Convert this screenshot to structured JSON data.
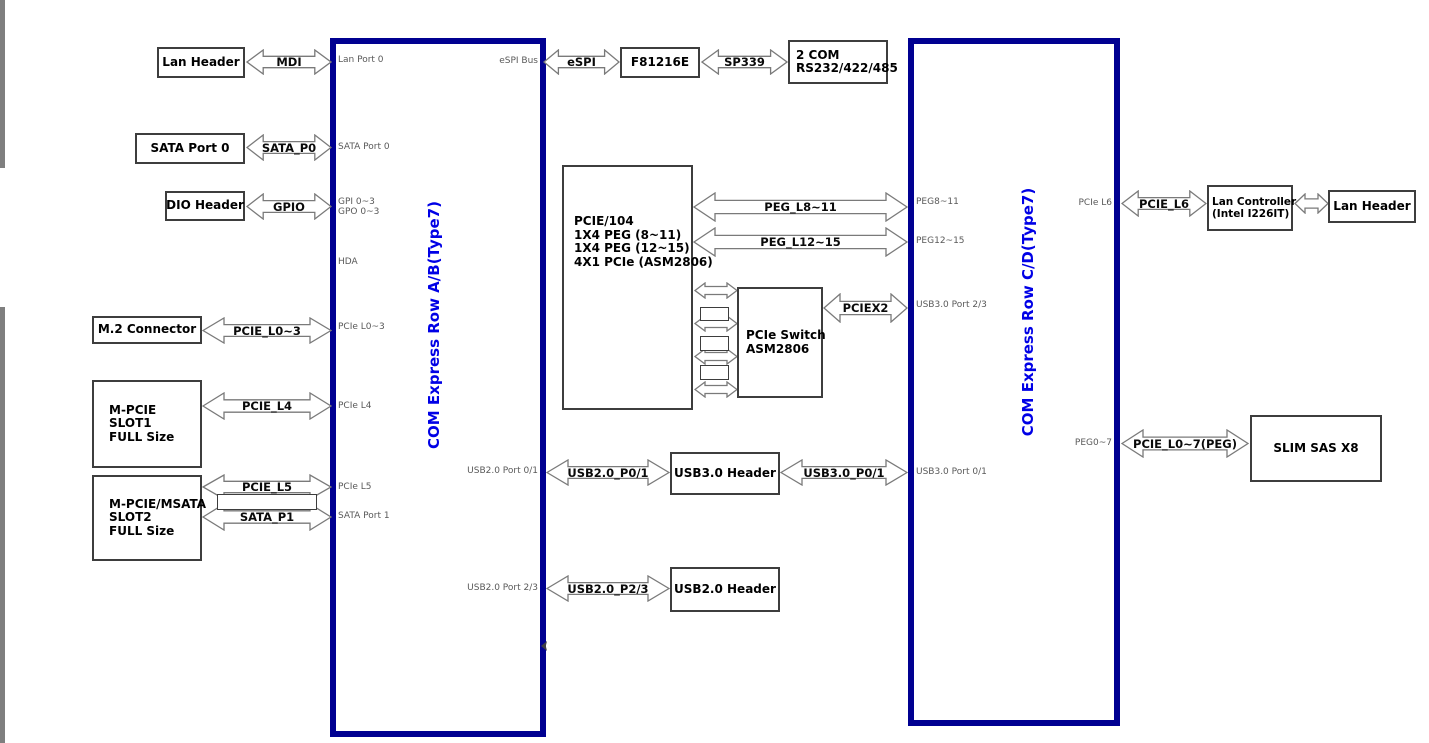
{
  "colors": {
    "row_border": "#000091",
    "row_title": "#0000e6",
    "port_label": "#595959"
  },
  "rows": {
    "ab": {
      "title": "COM Express Row A/B(Type7)",
      "ports": {
        "lan_port_0": "Lan Port 0",
        "sata_port_0": "SATA Port 0",
        "gpi_0_3": "GPI 0~3",
        "gpo_0_3": "GPO 0~3",
        "hda": "HDA",
        "pcie_l0_3": "PCIe L0~3",
        "pcie_l4": "PCIe L4",
        "pcie_l5": "PCIe L5",
        "sata_port_1": "SATA Port 1",
        "espi_bus": "eSPI Bus",
        "usb20_port_01": "USB2.0 Port 0/1",
        "usb20_port_23": "USB2.0 Port 2/3"
      }
    },
    "cd": {
      "title": "COM Express Row C/D(Type7)",
      "ports": {
        "peg8_11": "PEG8~11",
        "peg12_15": "PEG12~15",
        "usb30_port_23": "USB3.0 Port 2/3",
        "usb30_port_01": "USB3.0 Port 0/1",
        "pcie_l6": "PCIe L6",
        "peg0_7": "PEG0~7"
      }
    }
  },
  "blocks": {
    "lan_header_left": "Lan Header",
    "sata_port_0": "SATA Port 0",
    "dio_header": "DIO Header",
    "m2_connector": "M.2 Connector",
    "mpcie_slot1": {
      "l1": "M-PCIE",
      "l2": "SLOT1",
      "l3": "FULL Size"
    },
    "mpcie_slot2": {
      "l1": "M-PCIE/MSATA",
      "l2": "SLOT2",
      "l3": "FULL Size"
    },
    "f81216e": "F81216E",
    "com2": {
      "l1": "2 COM",
      "l2": "RS232/422/485"
    },
    "pcie104": {
      "l1": "PCIE/104",
      "l2": "1X4 PEG (8~11)",
      "l3": "1X4 PEG (12~15)",
      "l4": "4X1 PCIe (ASM2806)"
    },
    "pcie_switch": {
      "l1": "PCIe Switch",
      "l2": "ASM2806"
    },
    "usb30_header": "USB3.0 Header",
    "usb20_header": "USB2.0 Header",
    "lan_controller": {
      "l1": "Lan Controller",
      "l2": "(Intel I226IT)"
    },
    "lan_header_right": "Lan Header",
    "slim_sas": "SLIM SAS X8"
  },
  "buses": {
    "mdi": "MDI",
    "sata_p0": "SATA_P0",
    "gpio": "GPIO",
    "pcie_l0_3": "PCIE_L0~3",
    "pcie_l4": "PCIE_L4",
    "pcie_l5": "PCIE_L5",
    "sata_p1": "SATA_P1",
    "espi": "eSPI",
    "sp339": "SP339",
    "peg_l8_11": "PEG_L8~11",
    "peg_l12_15": "PEG_L12~15",
    "pciex2": "PCIEX2",
    "usb20_p01": "USB2.0_P0/1",
    "usb30_p01": "USB3.0_P0/1",
    "usb20_p23": "USB2.0_P2/3",
    "pcie_l6": "PCIE_L6",
    "pcie_l0_7_peg": "PCIE_L0~7(PEG)"
  }
}
